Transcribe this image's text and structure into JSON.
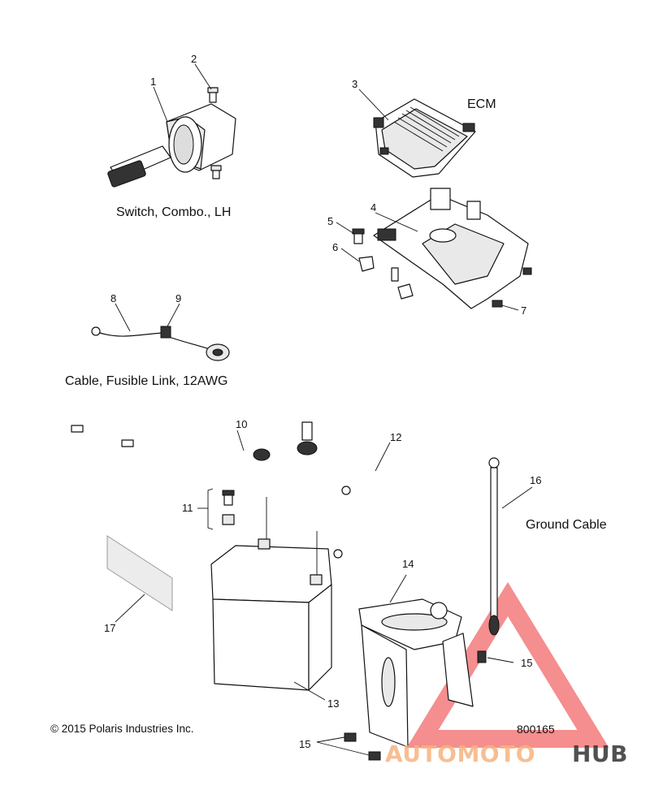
{
  "callouts": {
    "n1": "1",
    "n2": "2",
    "n3": "3",
    "n4": "4",
    "n5": "5",
    "n6": "6",
    "n7": "7",
    "n8": "8",
    "n9": "9",
    "n10": "10",
    "n11": "11",
    "n12": "12",
    "n13": "13",
    "n14": "14",
    "n15a": "15",
    "n15b": "15",
    "n16": "16",
    "n17": "17"
  },
  "labels": {
    "switch": "Switch, Combo., LH",
    "ecm": "ECM",
    "cable": "Cable, Fusible Link, 12AWG",
    "ground": "Ground Cable"
  },
  "footer": {
    "copyright": "© 2015 Polaris Industries Inc.",
    "diagram_number": "800165"
  },
  "watermark": {
    "part1": "AUTOMOTO",
    "part2": "HUB",
    "color_primary": "#f05a5a",
    "color_secondary": "#f6b37f",
    "color_dark": "#333333"
  }
}
